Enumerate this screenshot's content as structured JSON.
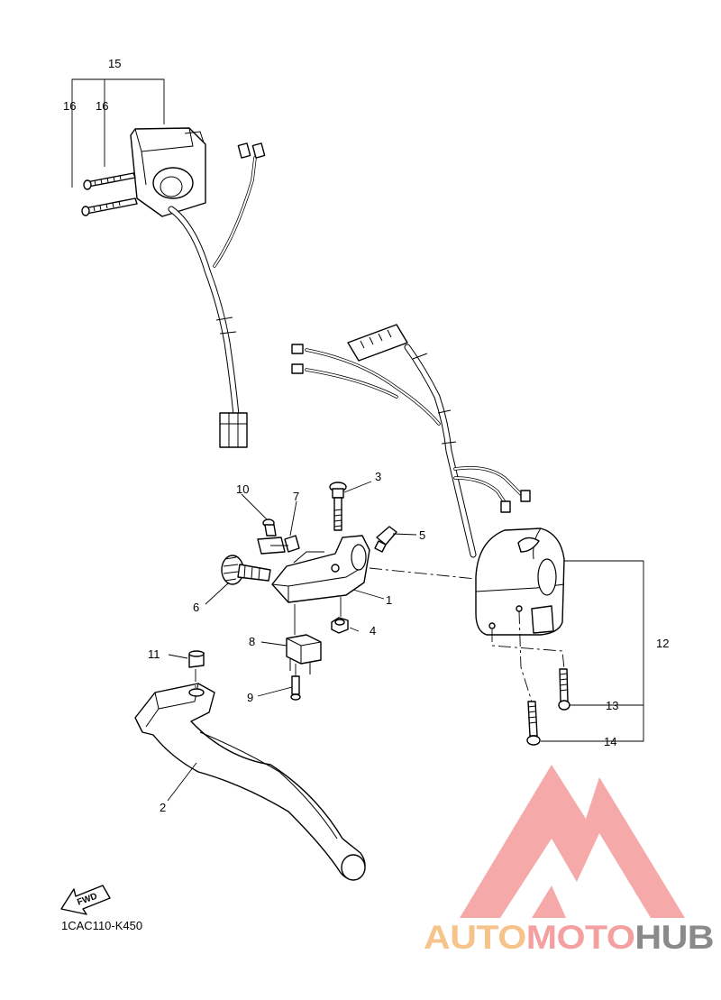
{
  "diagram": {
    "callouts": [
      "1",
      "2",
      "3",
      "4",
      "5",
      "6",
      "7",
      "8",
      "9",
      "10",
      "11",
      "12",
      "13",
      "14",
      "15",
      "16"
    ],
    "drawing_code": "1CAC110-K450",
    "fwd_label": "FWD"
  },
  "watermark": {
    "text": "AUTOMOTOHUB",
    "colors": {
      "auto": "#f6c48a",
      "moto": "#f5a0a0",
      "hub": "#8a8a8a",
      "logo": "#f5a0a0"
    }
  }
}
